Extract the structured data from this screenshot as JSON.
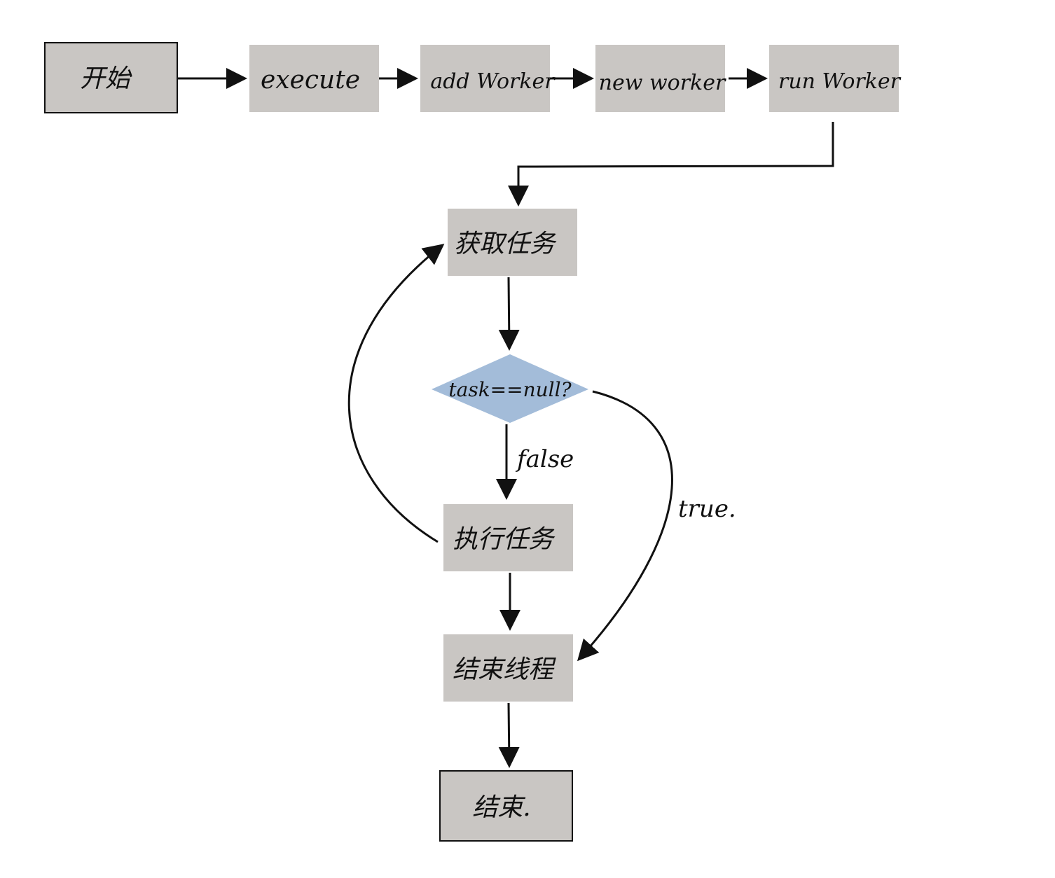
{
  "colors": {
    "node_fill": "#c9c6c3",
    "decision_fill": "#a3bcd9",
    "stroke": "#111111",
    "background": "#ffffff"
  },
  "nodes": {
    "start": "开始",
    "execute": "execute",
    "add_worker": "add Worker",
    "new_worker": "new worker",
    "run_worker": "run Worker",
    "get_task": "获取任务",
    "decision": "task==null?",
    "execute_task": "执行任务",
    "end_thread": "结束线程",
    "end": "结束."
  },
  "edge_labels": {
    "false": "false",
    "true": "true."
  }
}
